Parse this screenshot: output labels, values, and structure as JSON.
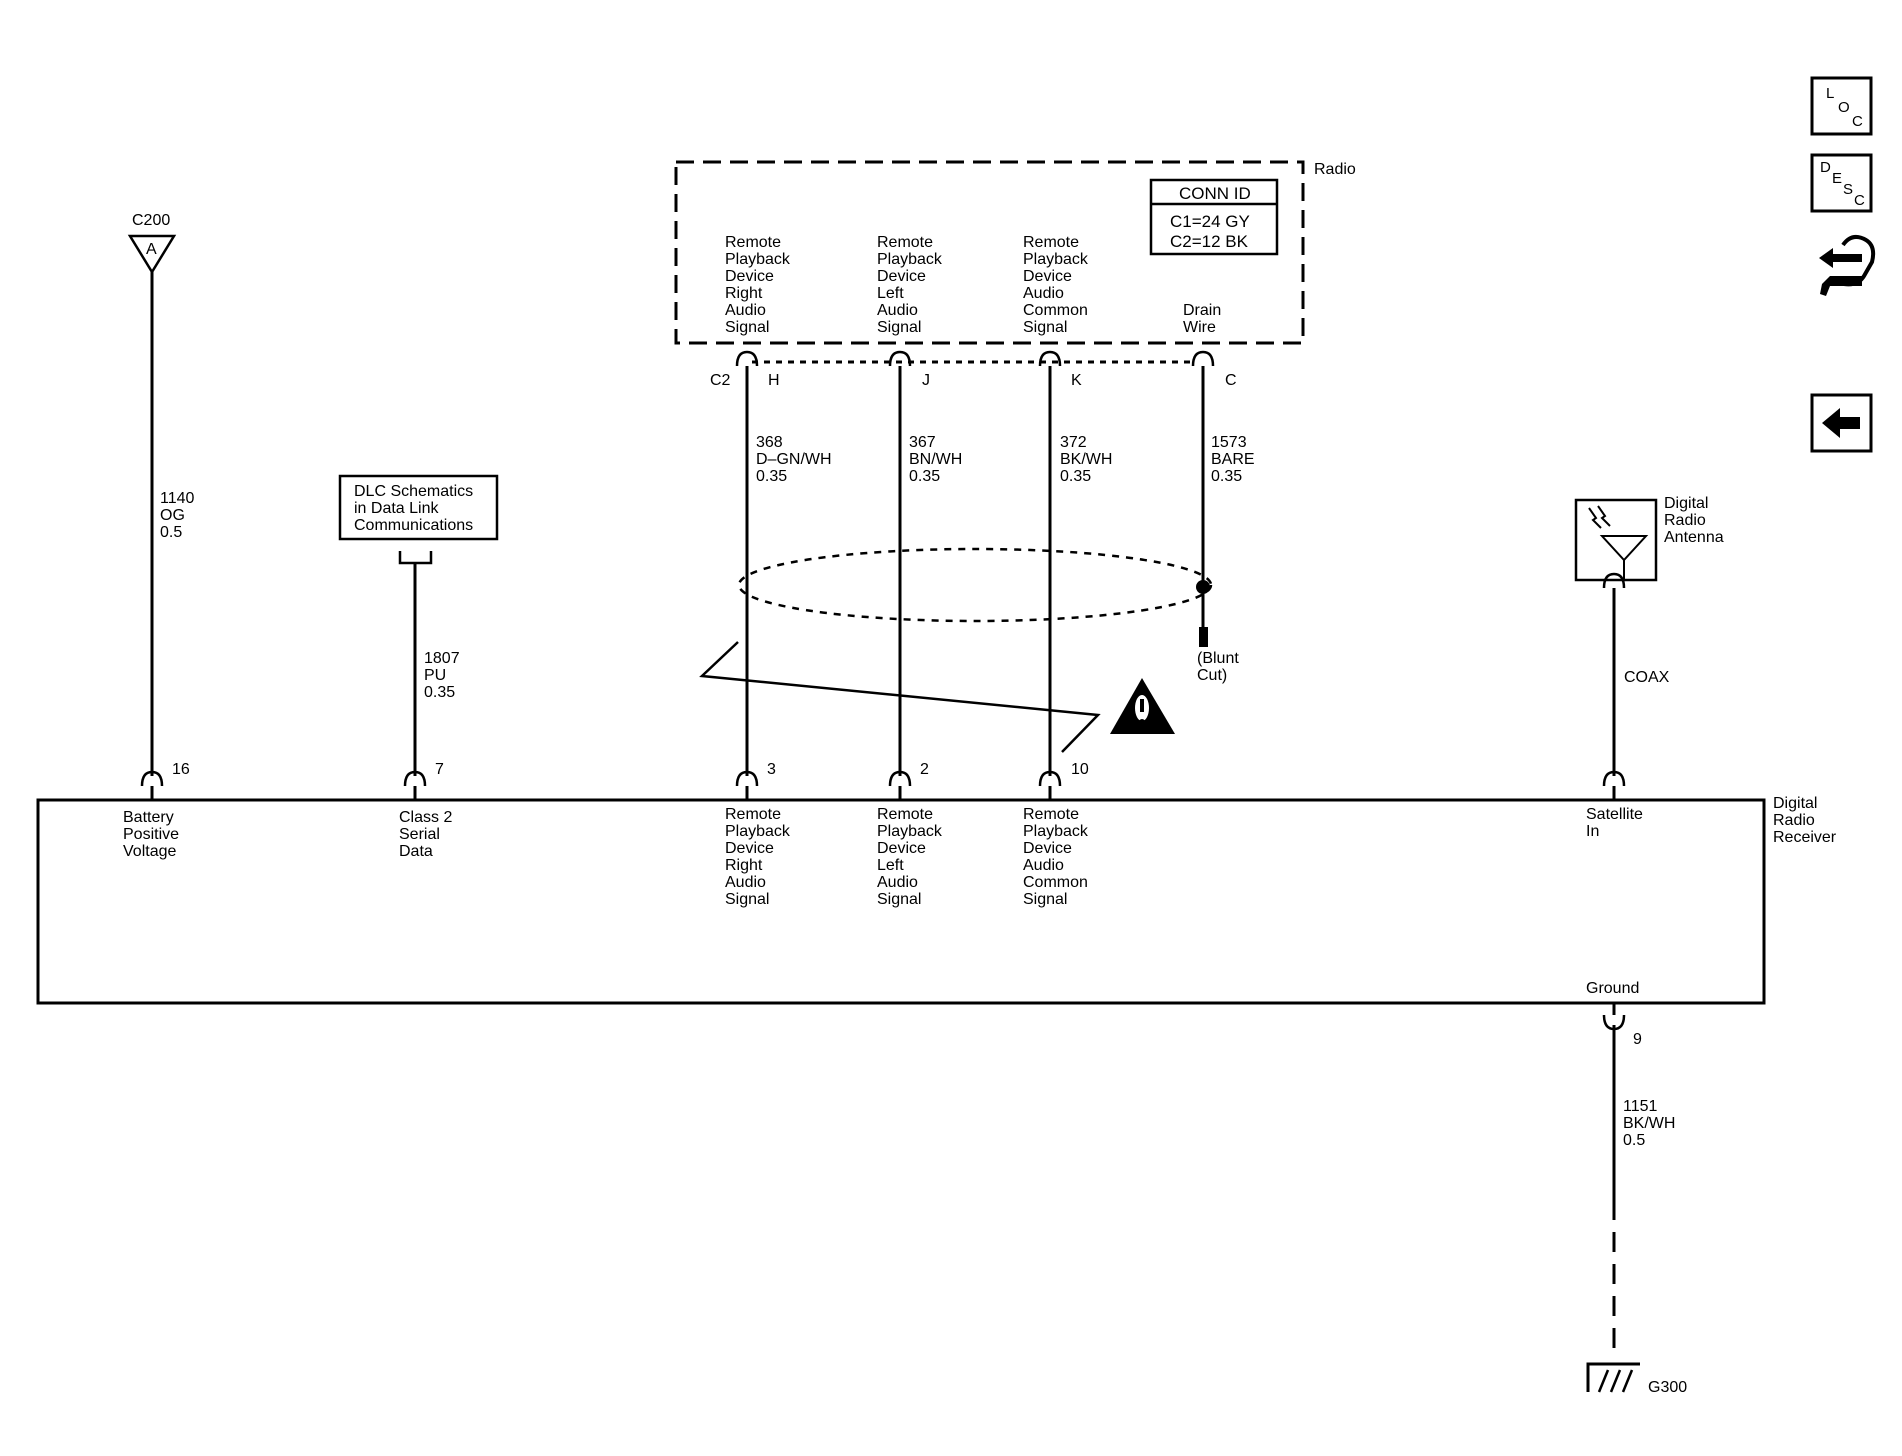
{
  "c200": {
    "label": "C200",
    "pin": "A"
  },
  "radio": {
    "label": "Radio",
    "conn_id": {
      "title": "CONN ID",
      "c1": "C1=24 GY",
      "c2": "C2=12 BK"
    },
    "connector": "C2",
    "terminals": [
      {
        "name": [
          "Remote",
          "Playback",
          "Device",
          "Right",
          "Audio",
          "Signal"
        ],
        "pin": "H"
      },
      {
        "name": [
          "Remote",
          "Playback",
          "Device",
          "Left",
          "Audio",
          "Signal"
        ],
        "pin": "J"
      },
      {
        "name": [
          "Remote",
          "Playback",
          "Device",
          "Audio",
          "Common",
          "Signal"
        ],
        "pin": "K"
      },
      {
        "name": [
          "Drain",
          "Wire"
        ],
        "pin": "C"
      }
    ]
  },
  "wires": {
    "battery": [
      "1140",
      "OG",
      "0.5"
    ],
    "serial": [
      "1807",
      "PU",
      "0.35"
    ],
    "right": [
      "368",
      "D–GN/WH",
      "0.35"
    ],
    "left": [
      "367",
      "BN/WH",
      "0.35"
    ],
    "common": [
      "372",
      "BK/WH",
      "0.35"
    ],
    "drain": [
      "1573",
      "BARE",
      "0.35"
    ],
    "ground": [
      "1151",
      "BK/WH",
      "0.5"
    ],
    "coax": "COAX"
  },
  "dlc": [
    "DLC Schematics",
    "in Data Link",
    "Communications"
  ],
  "blunt_cut": [
    "(Blunt",
    "Cut)"
  ],
  "antenna": [
    "Digital",
    "Radio",
    "Antenna"
  ],
  "receiver": {
    "label": [
      "Digital",
      "Radio",
      "Receiver"
    ],
    "pins": [
      {
        "pin": "16",
        "name": [
          "Battery",
          "Positive",
          "Voltage"
        ]
      },
      {
        "pin": "7",
        "name": [
          "Class 2",
          "Serial",
          "Data"
        ]
      },
      {
        "pin": "3",
        "name": [
          "Remote",
          "Playback",
          "Device",
          "Right",
          "Audio",
          "Signal"
        ]
      },
      {
        "pin": "2",
        "name": [
          "Remote",
          "Playback",
          "Device",
          "Left",
          "Audio",
          "Signal"
        ]
      },
      {
        "pin": "10",
        "name": [
          "Remote",
          "Playback",
          "Device",
          "Audio",
          "Common",
          "Signal"
        ]
      },
      {
        "pin": "",
        "name": [
          "Satellite",
          "In"
        ]
      }
    ],
    "ground": {
      "label": "Ground",
      "pin": "9"
    }
  },
  "g300": "G300",
  "nav": {
    "loc": {
      "l1": "L",
      "l2": "O",
      "l3": "C"
    },
    "desc": {
      "l1": "D",
      "l2": "E",
      "l3": "S",
      "l4": "C"
    }
  }
}
